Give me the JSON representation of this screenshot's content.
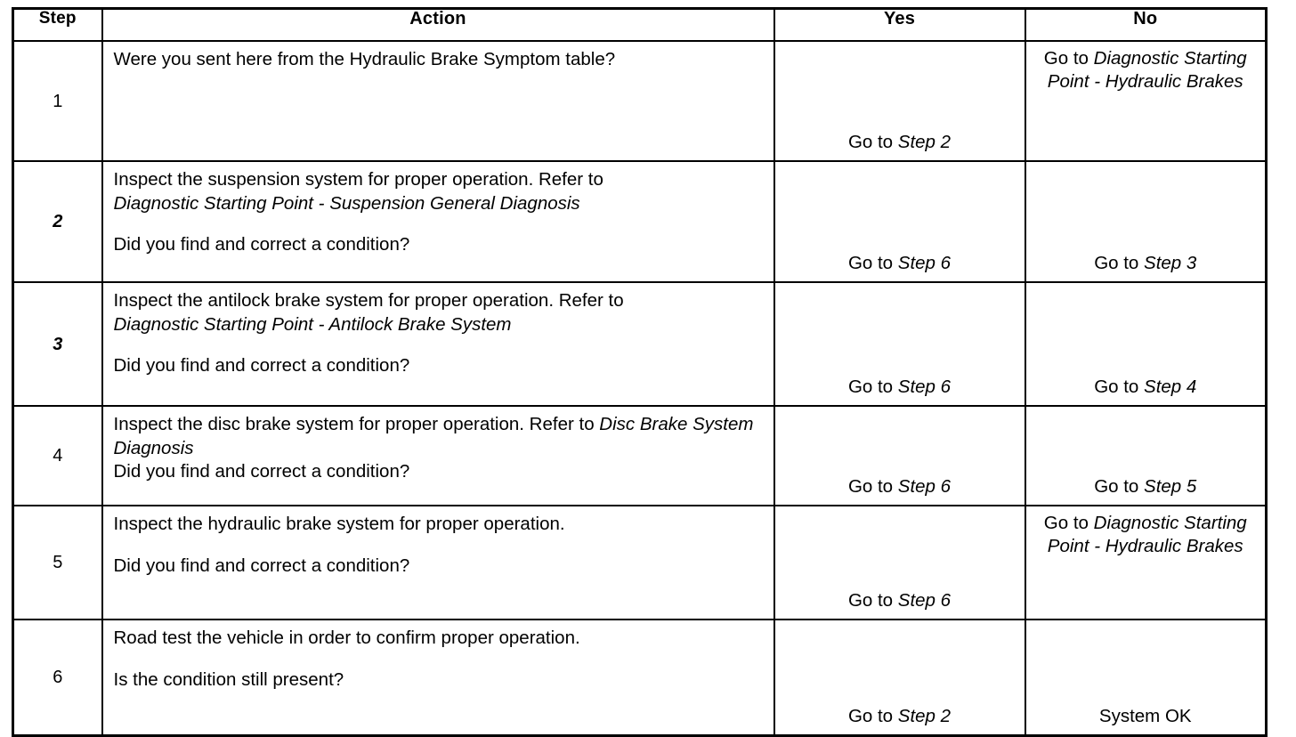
{
  "table": {
    "headers": {
      "step": "Step",
      "action": "Action",
      "yes": "Yes",
      "no": "No"
    },
    "rows": [
      {
        "step": "1",
        "step_italic": false,
        "action_lines": [
          {
            "text": "Were you sent here from the Hydraulic Brake Symptom table?",
            "italic": false
          }
        ],
        "yes": {
          "prefix": "Go to ",
          "ref": "Step 2",
          "align": "bottom"
        },
        "no": {
          "prefix": "Go to ",
          "ref": "Diagnostic Starting Point - Hydraulic Brakes",
          "align": "top"
        }
      },
      {
        "step": "2",
        "step_italic": true,
        "action_lines": [
          {
            "text": "Inspect the suspension system for proper operation. Refer to",
            "italic": false
          },
          {
            "text": "Diagnostic Starting Point - Suspension General Diagnosis",
            "italic": true
          },
          {
            "text": "",
            "italic": false
          },
          {
            "text": "Did you find and correct a condition?",
            "italic": false
          }
        ],
        "yes": {
          "prefix": "Go to ",
          "ref": "Step 6",
          "align": "bottom"
        },
        "no": {
          "prefix": "Go to ",
          "ref": "Step 3",
          "align": "bottom"
        }
      },
      {
        "step": "3",
        "step_italic": true,
        "action_lines": [
          {
            "text": "Inspect the antilock brake system for proper operation. Refer to",
            "italic": false
          },
          {
            "text": "Diagnostic Starting Point - Antilock Brake System",
            "italic": true
          },
          {
            "text": "",
            "italic": false
          },
          {
            "text": "Did you find and correct a condition?",
            "italic": false
          }
        ],
        "yes": {
          "prefix": "Go to ",
          "ref": "Step 6",
          "align": "bottom"
        },
        "no": {
          "prefix": "Go to ",
          "ref": "Step 4",
          "align": "bottom"
        }
      },
      {
        "step": "4",
        "step_italic": false,
        "action_lines": [
          {
            "text": "Inspect the disc brake system for proper operation. Refer to Disc Brake System Diagnosis",
            "italic": false,
            "mixed": true,
            "plain": "Inspect the disc brake system for proper operation. Refer to ",
            "em": "Disc Brake System Diagnosis"
          },
          {
            "text": "Did you find and correct a condition?",
            "italic": false
          }
        ],
        "yes": {
          "prefix": "Go to ",
          "ref": "Step 6",
          "align": "bottom"
        },
        "no": {
          "prefix": "Go to ",
          "ref": "Step 5",
          "align": "bottom"
        }
      },
      {
        "step": "5",
        "step_italic": false,
        "action_lines": [
          {
            "text": "Inspect the hydraulic brake system for proper operation.",
            "italic": false
          },
          {
            "text": "",
            "italic": false
          },
          {
            "text": "Did you find and correct a condition?",
            "italic": false
          }
        ],
        "yes": {
          "prefix": "Go to ",
          "ref": "Step 6",
          "align": "bottom"
        },
        "no": {
          "prefix": "Go to ",
          "ref": "Diagnostic Starting Point - Hydraulic Brakes",
          "align": "top"
        }
      },
      {
        "step": "6",
        "step_italic": false,
        "action_lines": [
          {
            "text": "Road test the vehicle in order to confirm proper operation.",
            "italic": false
          },
          {
            "text": "",
            "italic": false
          },
          {
            "text": "Is the condition still present?",
            "italic": false
          }
        ],
        "yes": {
          "prefix": "Go to ",
          "ref": "Step 2",
          "align": "bottom"
        },
        "no": {
          "prefix": "System OK",
          "ref": "",
          "align": "bottom"
        }
      }
    ]
  }
}
